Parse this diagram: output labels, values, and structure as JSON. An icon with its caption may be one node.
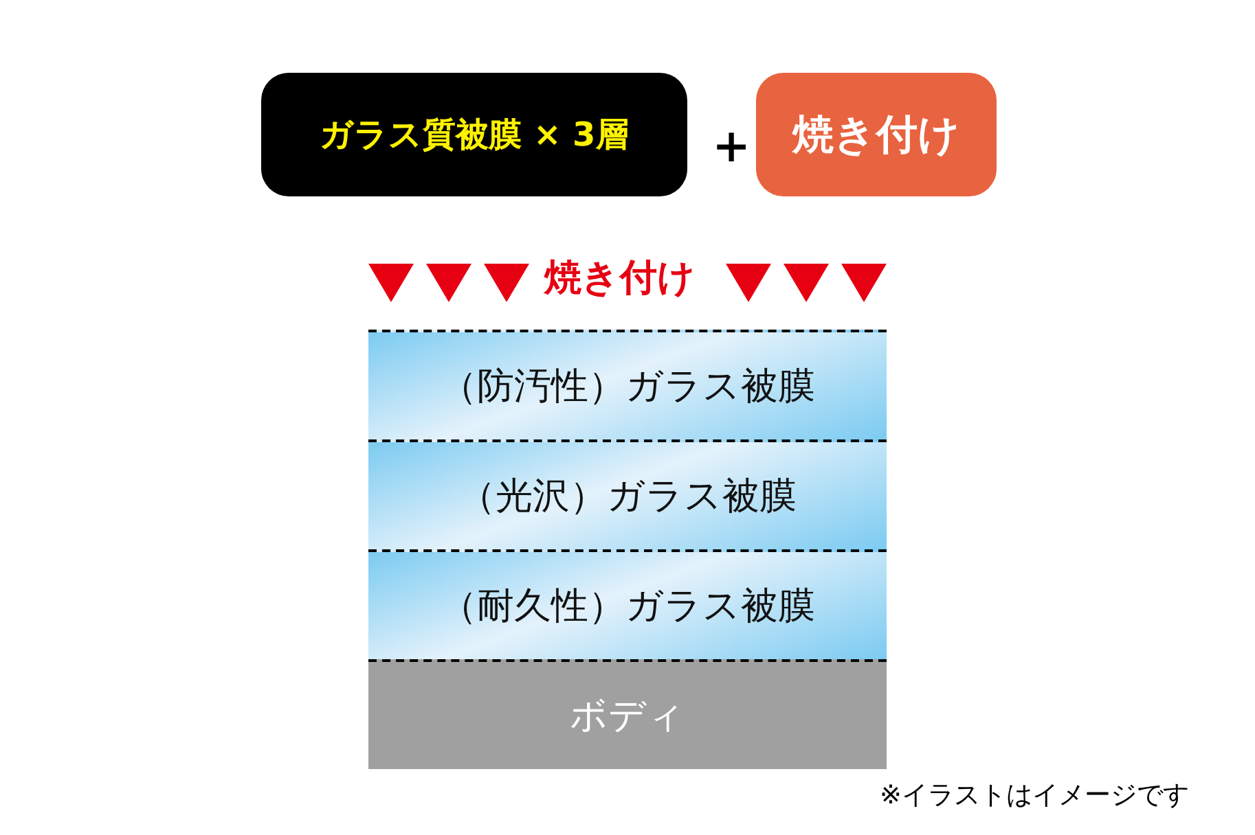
{
  "diagram": {
    "nodes": [
      {
        "text": [
          "ガラス質被膜 × 3層"
        ]
      },
      {
        "text": [
          "焼き付け"
        ]
      },
      {
        "text": [
          "（防汚性）ガラス被膜"
        ]
      },
      {
        "text": [
          "（光沢）ガラス被膜"
        ]
      },
      {
        "text": [
          "（耐久性）ガラス被膜"
        ]
      },
      {
        "text": [
          "ボディ"
        ]
      }
    ],
    "labels": [
      "＋",
      "焼き付け",
      "※イラストはイメージです"
    ]
  }
}
